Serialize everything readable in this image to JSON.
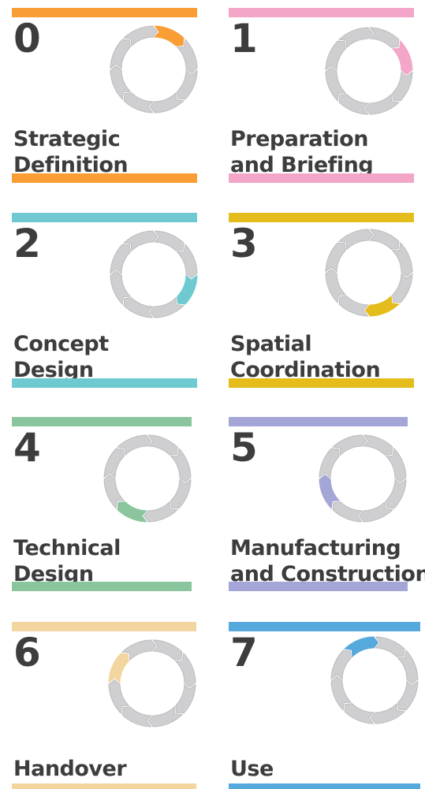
{
  "stages": [
    {
      "number": "0",
      "title": [
        "Strategic",
        "Definition"
      ],
      "color": "#f99d35",
      "active_segment": 0
    },
    {
      "number": "1",
      "title": [
        "Preparation",
        "and Briefing"
      ],
      "color": "#f4a6c8",
      "active_segment": 1
    },
    {
      "number": "2",
      "title": [
        "Concept",
        "Design"
      ],
      "color": "#6ecad0",
      "active_segment": 2
    },
    {
      "number": "3",
      "title": [
        "Spatial",
        "Coordination"
      ],
      "color": "#e4bd1c",
      "active_segment": 3
    },
    {
      "number": "4",
      "title": [
        "Technical",
        "Design"
      ],
      "color": "#8ac59d",
      "active_segment": 4
    },
    {
      "number": "5",
      "title": [
        "Manufacturing",
        "and Construction"
      ],
      "color": "#a3a6d6",
      "active_segment": 5
    },
    {
      "number": "6",
      "title": [
        "Handover",
        ""
      ],
      "color": "#f2d59f",
      "active_segment": 6
    },
    {
      "number": "7",
      "title": [
        "Use",
        ""
      ],
      "color": "#56a9dd",
      "active_segment": 7
    }
  ]
}
